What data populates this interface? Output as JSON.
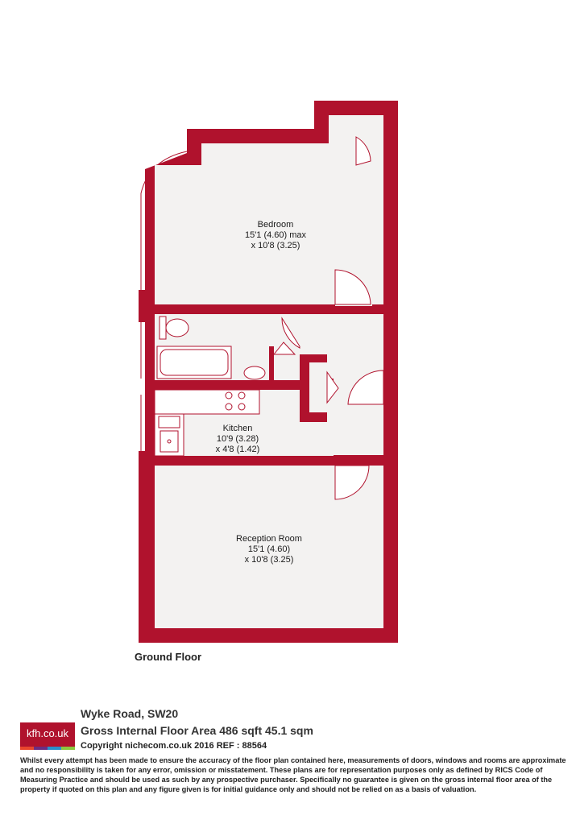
{
  "colors": {
    "wall": "#b0122d",
    "floor": "#f3f2f1",
    "fixture_line": "#b0122d",
    "logo_bg": "#b0122d",
    "logo_bar_colors": [
      "#e8452c",
      "#6b2d82",
      "#2a8fc9",
      "#8cc63e"
    ]
  },
  "rooms": {
    "bedroom": {
      "name": "Bedroom",
      "dim1": "15'1 (4.60) max",
      "dim2": "x 10'8 (3.25)"
    },
    "kitchen": {
      "name": "Kitchen",
      "dim1": "10'9 (3.28)",
      "dim2": "x 4'8 (1.42)"
    },
    "reception": {
      "name": "Reception Room",
      "dim1": "15'1 (4.60)",
      "dim2": "x 10'8 (3.25)"
    }
  },
  "floor_label": "Ground Floor",
  "logo": {
    "text": "kfh.co.uk"
  },
  "footer": {
    "address": "Wyke Road, SW20",
    "area": "Gross Internal Floor Area 486 sqft 45.1 sqm",
    "copyright": "Copyright nichecom.co.uk 2016 REF : 88564",
    "disclaimer": "Whilst every attempt has been made to ensure the accuracy of the floor plan contained here, measurements of doors, windows and rooms are approximate and no responsibility is taken for any error, omission or misstatement.  These plans are for representation purposes only as defined by RICS Code of Measuring Practice and should be used as such by any prospective purchaser.  Specifically no guarantee is given on the gross internal floor area of the property if quoted on this plan and any figure given is for initial guidance only and should not be relied on as a basis of valuation."
  }
}
